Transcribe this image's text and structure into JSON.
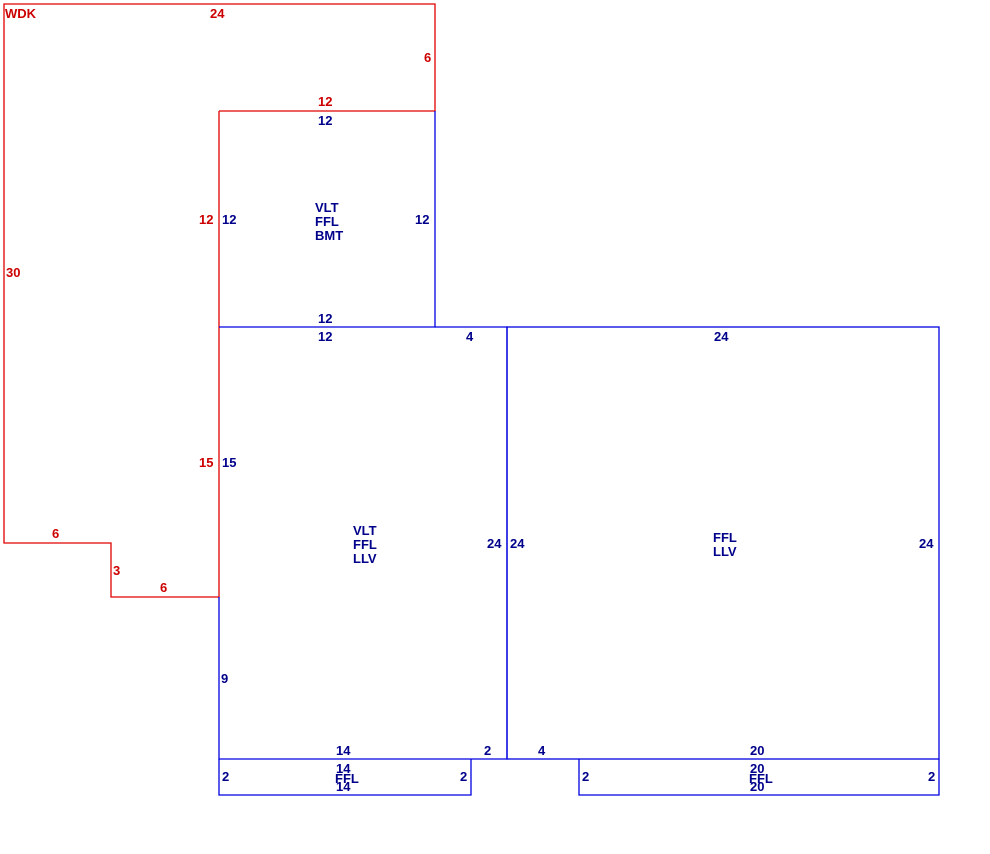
{
  "colors": {
    "deck": "#e00000",
    "rooms": "#0000e0",
    "deck_text": "#cc0000",
    "room_text": "#00008b"
  },
  "deck": {
    "name": "WDK",
    "dims": {
      "top": "24",
      "right": "6",
      "inner_top": "12",
      "inner_side_upper": "12",
      "inner_side_lower": "15",
      "left": "30",
      "notch_top": "6",
      "notch_side": "3",
      "notch_bottom": "6"
    }
  },
  "upper_room": {
    "codes": [
      "VLT",
      "FFL",
      "BMT"
    ],
    "dims": {
      "top": "12",
      "left": "12",
      "right": "12",
      "bottom": "12"
    }
  },
  "left_room": {
    "codes": [
      "VLT",
      "FFL",
      "LLV"
    ],
    "dims": {
      "top": "12",
      "top_right": "4",
      "left_upper": "15",
      "left_lower": "9",
      "right": "24",
      "bottom": "14",
      "bottom_right": "2"
    }
  },
  "right_room": {
    "codes": [
      "FFL",
      "LLV"
    ],
    "dims": {
      "top": "24",
      "left": "24",
      "right": "24",
      "bottom_left": "4",
      "bottom": "20"
    }
  },
  "left_strip": {
    "code": "FFL",
    "dims": {
      "top": "14",
      "bottom": "14",
      "left": "2",
      "right": "2"
    }
  },
  "right_strip": {
    "code": "FFL",
    "dims": {
      "top": "20",
      "bottom": "20",
      "left": "2",
      "right": "2"
    }
  }
}
